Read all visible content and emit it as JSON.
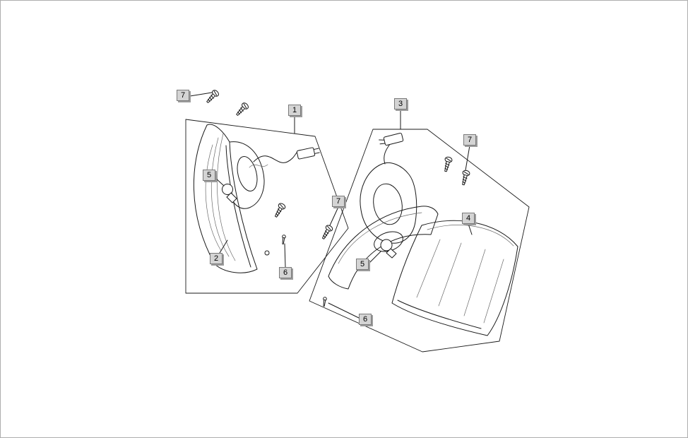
{
  "colors": {
    "background": "#ffffff",
    "line": "#1a1a1a",
    "callout_bg": "#d4d4d4",
    "callout_border": "#7a7a7a",
    "callout_shadow": "#9c9c9c"
  },
  "figure": {
    "kind": "exploded-parts-diagram",
    "callouts": [
      {
        "label": "7"
      },
      {
        "label": "1"
      },
      {
        "label": "3"
      },
      {
        "label": "7"
      },
      {
        "label": "5"
      },
      {
        "label": "7"
      },
      {
        "label": "2"
      },
      {
        "label": "6"
      },
      {
        "label": "4"
      },
      {
        "label": "5"
      },
      {
        "label": "6"
      }
    ]
  }
}
